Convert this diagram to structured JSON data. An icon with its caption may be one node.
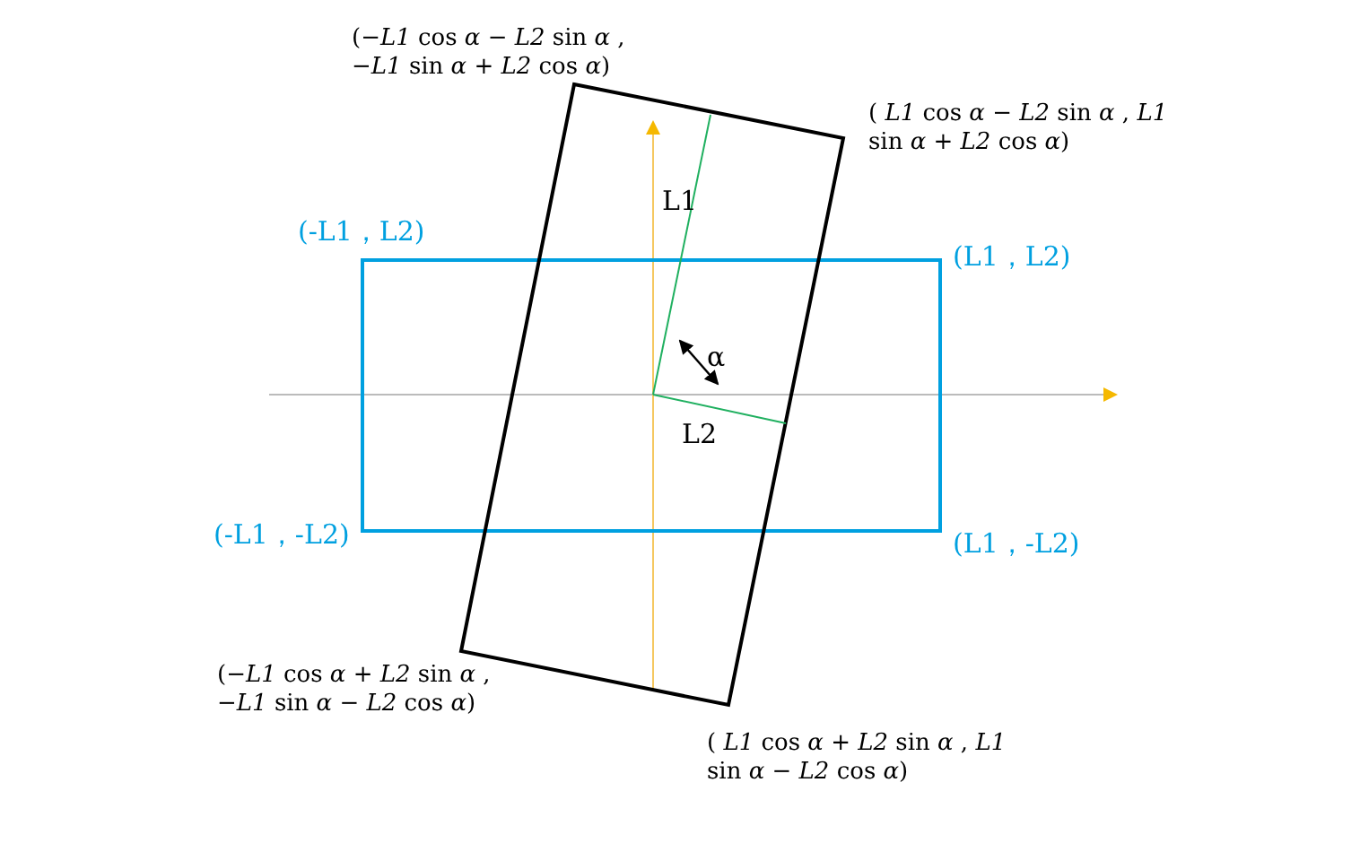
{
  "diagram": {
    "labels": [
      "(−*L1* cos *α* − *L2* sin *α* , −*L1* sin *α* + *L2* cos *α*)",
      "( *L1* cos *α* − *L2* sin *α* , *L1* sin *α* + *L2* cos *α*)",
      "L1",
      "(-L1，L2)",
      "(L1，L2)",
      "α",
      "L2",
      "(-L1，-L2)",
      "(L1，-L2)",
      "(−*L1* cos *α* + *L2* sin *α* , −*L1* sin *α* − *L2* cos *α*)",
      "( *L1* cos *α* + *L2* sin *α* , *L1* sin *α* − *L2* cos *α*)"
    ]
  }
}
